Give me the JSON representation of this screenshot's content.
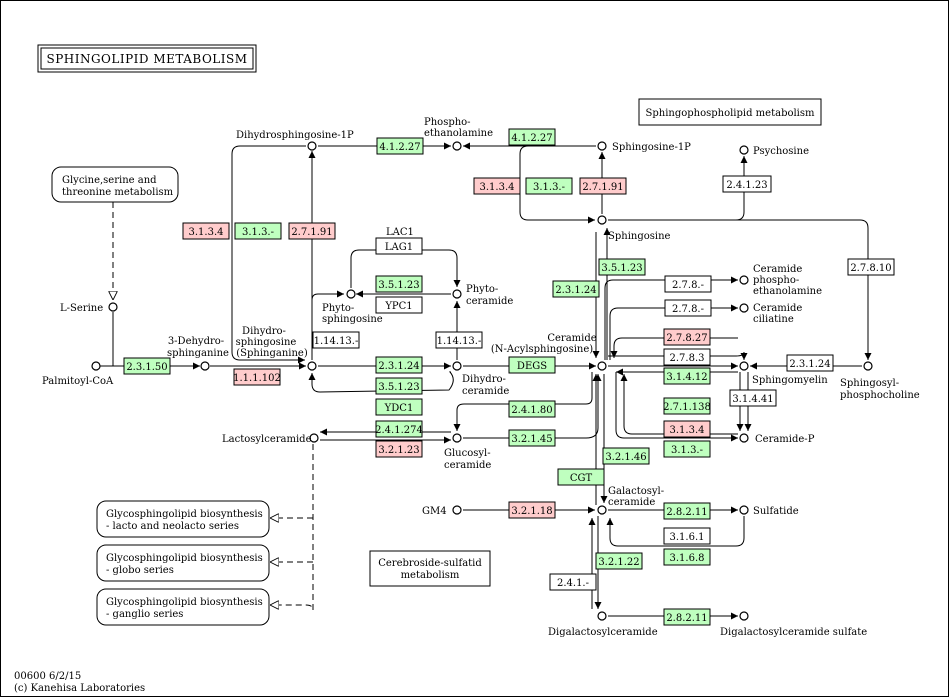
{
  "title": "SPHINGOLIPID METABOLISM",
  "footer": {
    "line1": "00600 6/2/15",
    "line2": "(c) Kanehisa Laboratories"
  },
  "colors": {
    "green": "#bfffbf",
    "pink": "#ffcccc",
    "white": "#ffffff",
    "border": "#000000"
  },
  "compounds": {
    "palmitoyl_coa": "Palmitoyl-CoA",
    "l_serine": "L-Serine",
    "dehydro_1": "3-Dehydro-",
    "dehydro_2": "sphinganine",
    "dihydrosph_1": "Dihydro-",
    "dihydrosph_2": "sphingosine",
    "dihydrosph_3": "(Sphinganine)",
    "dihydrosph1p": "Dihydrosphingosine-1P",
    "phosphoeth_1": "Phospho-",
    "phosphoeth_2": "ethanolamine",
    "sphingosine1p": "Sphingosine-1P",
    "psychosine": "Psychosine",
    "sphingosine": "Sphingosine",
    "phytosph_1": "Phyto-",
    "phytosph_2": "sphingosine",
    "phytocer_1": "Phyto-",
    "phytocer_2": "ceramide",
    "dihydrocer_1": "Dihydro-",
    "dihydrocer_2": "ceramide",
    "ceramide_1": "Ceramide",
    "ceramide_2": "(N-Acylsphingosine)",
    "cerphos_1": "Ceramide",
    "cerphos_2": "phospho-",
    "cerphos_3": "ethanolamine",
    "cercil_1": "Ceramide",
    "cercil_2": "ciliatine",
    "sphingomyelin": "Sphingomyelin",
    "sphpc_1": "Sphingosyl-",
    "sphpc_2": "phosphocholine",
    "ceramide_p": "Ceramide-P",
    "lactosylcer": "Lactosylceramide",
    "glucosylcer_1": "Glucosyl-",
    "glucosylcer_2": "ceramide",
    "galactosylcer_1": "Galactosyl-",
    "galactosylcer_2": "ceramide",
    "gm4": "GM4",
    "sulfatide": "Sulfatide",
    "digalcer": "Digalactosylceramide",
    "digalcer_sulfate": "Digalactosylceramide sulfate",
    "lac1": "LAC1"
  },
  "maps": {
    "glycine_1": "Glycine,serine and",
    "glycine_2": "threonine metabolism",
    "sphingophospho": "Sphingophospholipid metabolism",
    "glyco_lacto_1": "Glycosphingolipid biosynthesis",
    "glyco_lacto_2": "- lacto and neolacto series",
    "glyco_globo_1": "Glycosphingolipid biosynthesis",
    "glyco_globo_2": "- globo series",
    "glyco_ganglio_1": "Glycosphingolipid biosynthesis",
    "glyco_ganglio_2": "- ganglio series",
    "cerebroside_1": "Cerebroside-sulfatid",
    "cerebroside_2": "metabolism"
  },
  "enzymes": {
    "e2_3_1_50": "2.3.1.50",
    "e1_1_1_102": "1.1.1.102",
    "e3_1_3_4_a": "3.1.3.4",
    "e3_1_3_a": "3.1.3.-",
    "e2_7_1_91_a": "2.7.1.91",
    "e4_1_2_27_a": "4.1.2.27",
    "e4_1_2_27_b": "4.1.2.27",
    "e3_1_3_4_b": "3.1.3.4",
    "e3_1_3_b": "3.1.3.-",
    "e2_7_1_91_b": "2.7.1.91",
    "e2_4_1_23": "2.4.1.23",
    "lag1": "LAG1",
    "e3_5_1_23_a": "3.5.1.23",
    "ypc1": "YPC1",
    "e1_14_13_a": "1.14.13.-",
    "e1_14_13_b": "1.14.13.-",
    "e2_3_1_24_a": "2.3.1.24",
    "e3_5_1_23_b": "3.5.1.23",
    "ydc1": "YDC1",
    "degs": "DEGS",
    "e3_5_1_23_c": "3.5.1.23",
    "e2_3_1_24_b": "2.3.1.24",
    "e2_7_8_a": "2.7.8.-",
    "e2_7_8_b": "2.7.8.-",
    "e2_7_8_10": "2.7.8.10",
    "e2_7_8_27": "2.7.8.27",
    "e2_7_8_3": "2.7.8.3",
    "e3_1_4_12": "3.1.4.12",
    "e2_3_1_24_c": "2.3.1.24",
    "e2_7_1_138": "2.7.1.138",
    "e3_1_4_41": "3.1.4.41",
    "e3_1_3_4_c": "3.1.3.4",
    "e3_1_3_c": "3.1.3.-",
    "e2_4_1_80": "2.4.1.80",
    "e2_4_1_274": "2.4.1.274",
    "e3_2_1_23": "3.2.1.23",
    "e3_2_1_45": "3.2.1.45",
    "e3_2_1_46": "3.2.1.46",
    "cgt": "CGT",
    "e3_2_1_18": "3.2.1.18",
    "e2_8_2_11_a": "2.8.2.11",
    "e3_1_6_1": "3.1.6.1",
    "e3_1_6_8": "3.1.6.8",
    "e3_2_1_22": "3.2.1.22",
    "e2_4_1": "2.4.1.-",
    "e2_8_2_11_b": "2.8.2.11"
  }
}
